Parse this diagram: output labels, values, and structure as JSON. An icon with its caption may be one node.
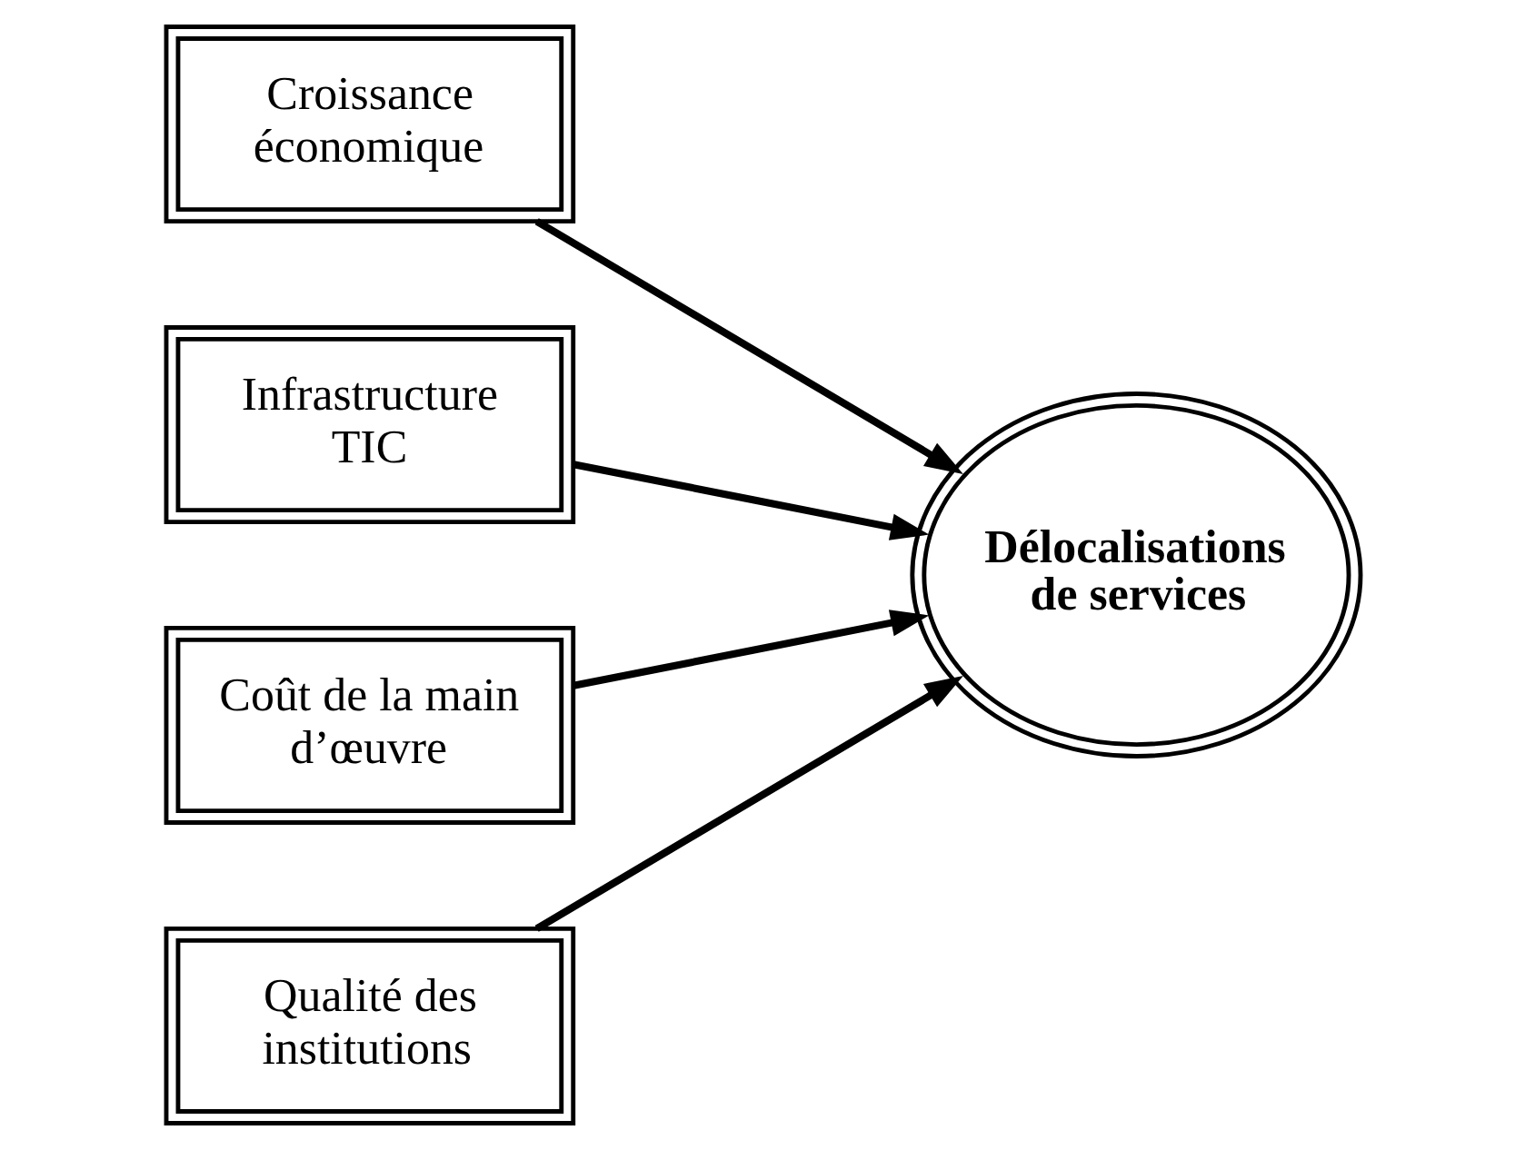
{
  "diagram": {
    "nodes": [
      {
        "text": [
          "Croissance économique"
        ]
      },
      {
        "text": [
          "Infrastructure TIC"
        ]
      },
      {
        "text": [
          "Coût de la main d’œuvre"
        ]
      },
      {
        "text": [
          "Qualité des institutions"
        ]
      },
      {
        "text": [
          "Délocalisations de services"
        ]
      }
    ],
    "edges": [
      {
        "from": 0,
        "to": 4,
        "arrow": "to"
      },
      {
        "from": 1,
        "to": 4,
        "arrow": "to"
      },
      {
        "from": 2,
        "to": 4,
        "arrow": "to"
      },
      {
        "from": 3,
        "to": 4,
        "arrow": "to"
      }
    ]
  }
}
